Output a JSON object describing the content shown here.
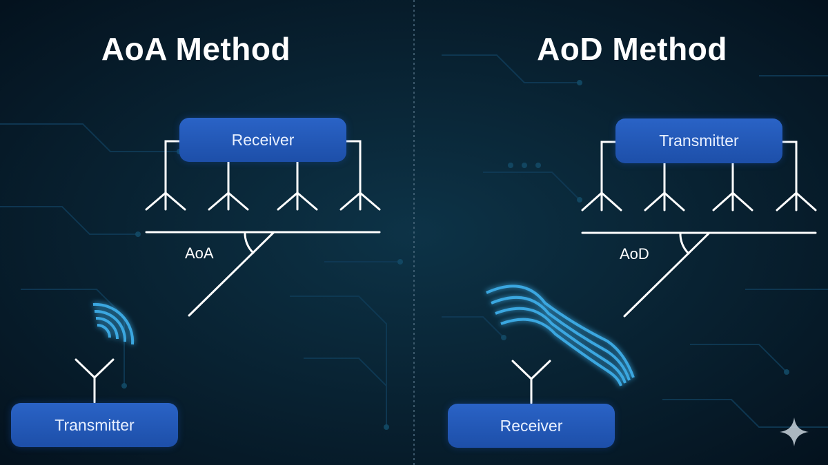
{
  "aoa": {
    "title": "AoA Method",
    "receiver_label": "Receiver",
    "transmitter_label": "Transmitter",
    "angle_label": "AoA"
  },
  "aod": {
    "title": "AoD Method",
    "transmitter_label": "Transmitter",
    "receiver_label": "Receiver",
    "angle_label": "AoD"
  },
  "colors": {
    "background": "#061a2a",
    "box_fill": "#2160c0",
    "line": "#ffffff",
    "signal_glow": "#2ea6ff",
    "signal_wave": "#3aa7e0"
  },
  "icons": {
    "watermark": "sparkle-icon"
  }
}
